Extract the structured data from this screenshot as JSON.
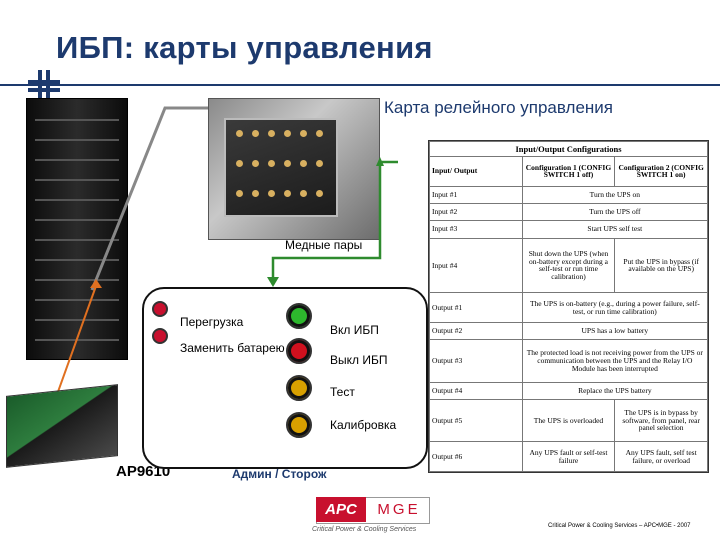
{
  "slide": {
    "title": "ИБП: карты управления",
    "relay_card_label": "Карта релейного управления",
    "copper_pairs_label": "Медные пары",
    "card_model": "AP9610",
    "admin_label": "Админ / Сторож"
  },
  "panel": {
    "left_leds": [
      {
        "label": "Перегрузка",
        "color": "#c8102e"
      },
      {
        "label": "Заменить батарею",
        "color": "#c8102e"
      }
    ],
    "right_leds": [
      {
        "label": "Вкл ИБП",
        "color": "#2db82d"
      },
      {
        "label": "Выкл ИБП",
        "color": "#d0101e"
      },
      {
        "label": "Тест",
        "color": "#d8a000"
      },
      {
        "label": "Калибровка",
        "color": "#d8a000"
      }
    ]
  },
  "io_table": {
    "caption": "Input/Output Configurations",
    "headers": [
      "Input/ Output",
      "Configuration 1 (CONFIG SWITCH 1 off)",
      "Configuration 2 (CONFIG SWITCH 1 on)"
    ],
    "rows": [
      {
        "label": "Input #1",
        "merged": "Turn the UPS on"
      },
      {
        "label": "Input #2",
        "merged": "Turn the UPS off"
      },
      {
        "label": "Input #3",
        "merged": "Start UPS self test"
      },
      {
        "label": "Input #4",
        "c1": "Shut down the UPS (when on-battery except during a self-test or run time calibration)",
        "c2": "Put the UPS in bypass (if available on the UPS)"
      },
      {
        "label": "Output #1",
        "merged": "The UPS is on-battery (e.g., during a power failure, self-test, or run time calibration)"
      },
      {
        "label": "Output #2",
        "merged": "UPS has a low battery"
      },
      {
        "label": "Output #3",
        "merged": "The protected load is not receiving power from the UPS or communication between the UPS and the Relay I/O Module has been interrupted"
      },
      {
        "label": "Output #4",
        "merged": "Replace the UPS battery"
      },
      {
        "label": "Output #5",
        "c1": "The UPS is overloaded",
        "c2": "The UPS is in bypass by software, from panel, rear panel selection"
      },
      {
        "label": "Output #6",
        "c1": "Any UPS fault or self-test failure",
        "c2": "Any UPS fault, self test failure, or overload"
      }
    ]
  },
  "footer": {
    "apc": "APC",
    "mge": "MGE",
    "subtitle": "Critical Power & Cooling Services",
    "right_text": "Critical Power & Cooling Services – APC•MGE - 2007"
  },
  "colors": {
    "title": "#1d3a6e",
    "connector_gray": "#888888",
    "connector_green": "#2e8b2e",
    "connector_orange": "#e07020",
    "apc_red": "#c8102e"
  }
}
